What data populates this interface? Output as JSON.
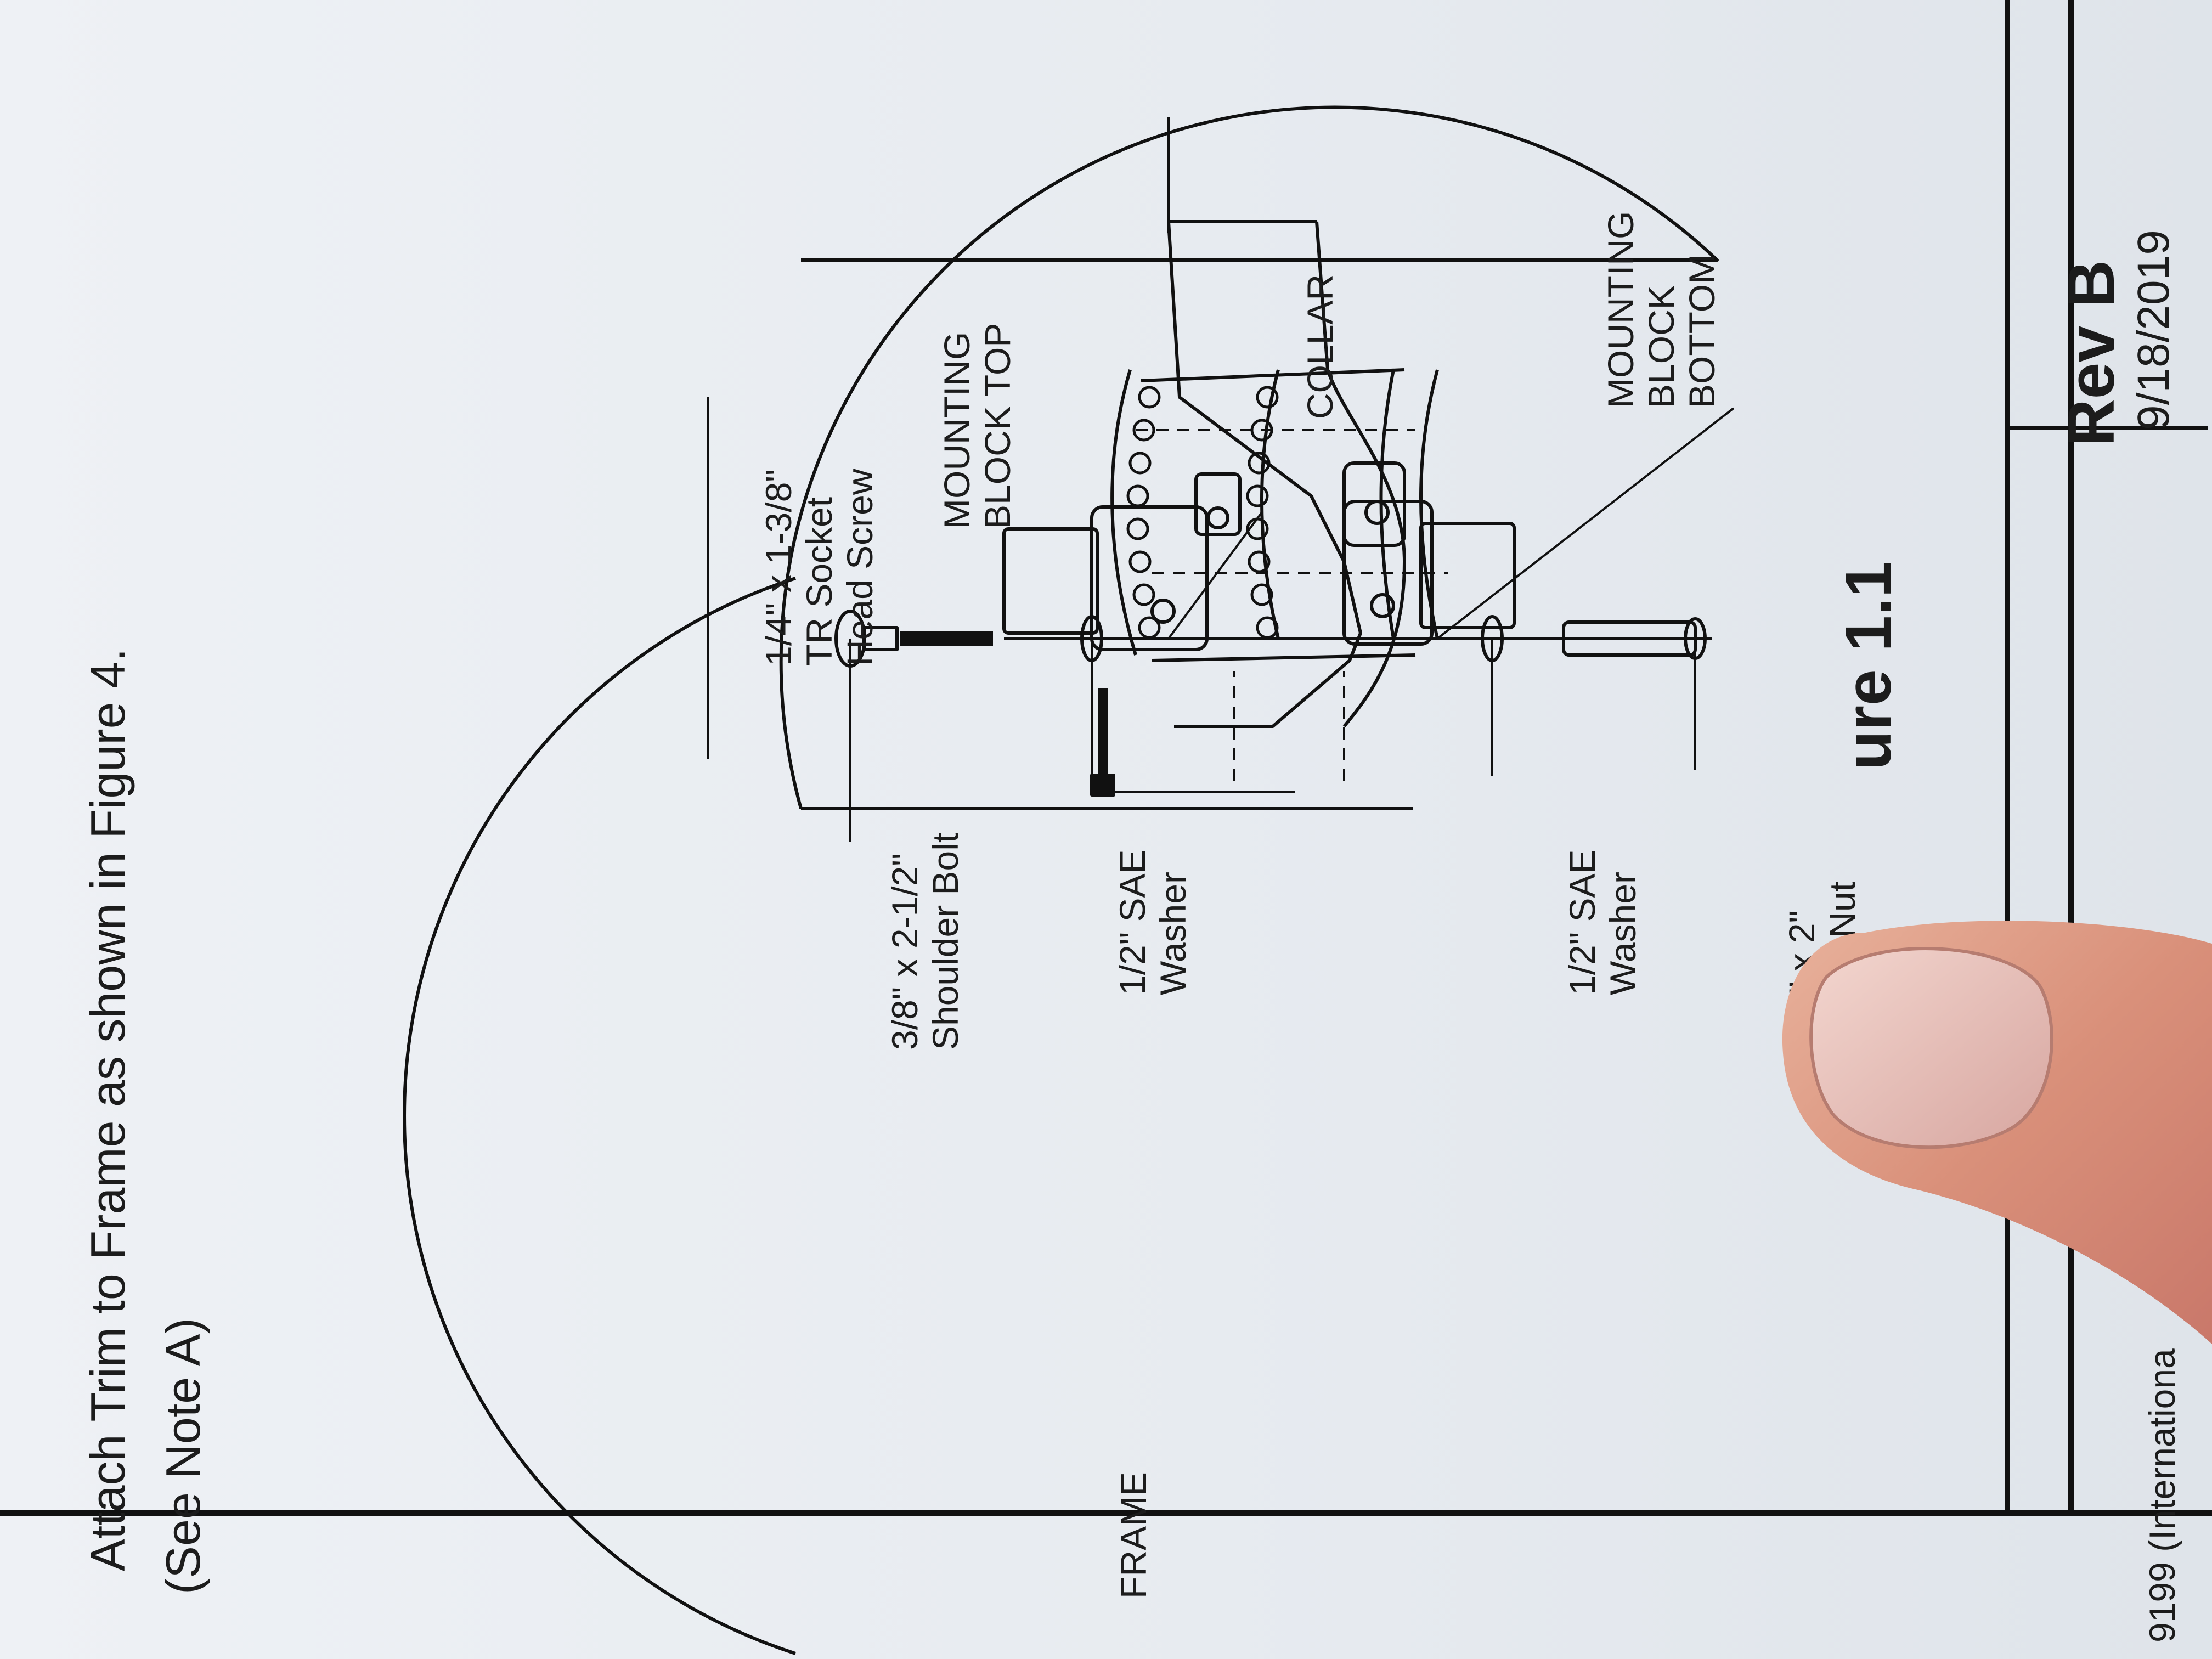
{
  "instructions": {
    "line1": "Attach Trim to Frame as shown in Figure 4.",
    "line2": "(See Note A)"
  },
  "labels": {
    "socket_screw": [
      "1/4\" x 1-3/8\"",
      "TR Socket",
      "Head Screw"
    ],
    "mounting_block_top": [
      "MOUNTING",
      "BLOCK TOP"
    ],
    "collar": "COLLAR",
    "mounting_block_bottom": [
      "MOUNTING",
      "BLOCK",
      "BOTTOM"
    ],
    "shoulder_bolt": [
      "3/8\" x 2-1/2\"",
      "Shoulder Bolt"
    ],
    "washer_1": [
      "1/2\" SAE",
      "Washer"
    ],
    "washer_2": [
      "1/2\" SAE",
      "Washer"
    ],
    "barrel_nut": [
      "3/8\" x 2\"",
      "Barrel Nut"
    ],
    "frame": "FRAME"
  },
  "figure_caption_partial": "ure 1.1",
  "title_block": {
    "revision": "Rev B",
    "date": "9/18/2019",
    "footer_partial": "9199 (Internationa"
  },
  "colors": {
    "paper": "#e9edf2",
    "ink": "#111111",
    "skin": "#e2a58f"
  }
}
